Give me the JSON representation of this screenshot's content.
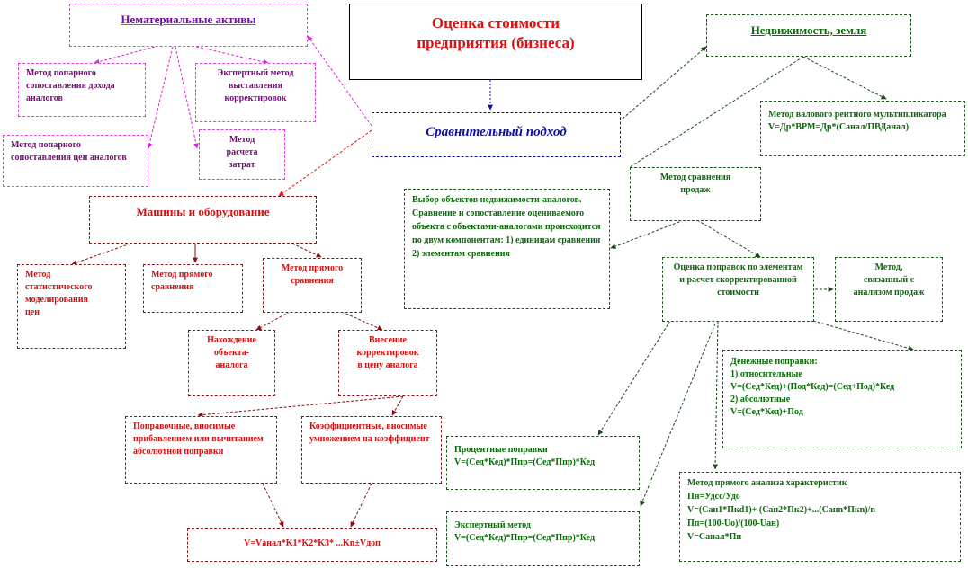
{
  "main_title": "Оценка стоимости\nпредприятия  (бизнеса)",
  "approach": "Сравнительный подход",
  "intangible": {
    "title": "Нематериальные активы",
    "items": [
      "Метод попарного сопоставления дохода  аналогов",
      "Экспертный метод выставления корректировок",
      "Метод попарного сопоставления цен аналогов",
      "Метод\nрасчета\nзатрат"
    ]
  },
  "realty": {
    "title": "Недвижимость, земля",
    "multiplier": "Метод валового рентного мультипликатора\nV=Др*ВРМ=Др*(Санал/ПВДанал)",
    "sales": "Метод сравнения\nпродаж",
    "selection": "Выбор объектов недвижимости-аналогов. Сравнение и сопоставление оцениваемого объекта с объектами-аналогами происходится по двум компонентам:\n1) единицам сравнения\n2) элементам сравнения",
    "adjustments": "Оценка поправок по элементам и расчет скорректированной стоимости",
    "related": "Метод,\nсвязанный с\nанализом продаж",
    "money": "Денежные поправки:\n  1)  относительные\nV=(Сед*Кед)+(Под*Кед)=(Сед+Под)*Кед\n2) абсолютные\nV=(Сед*Кед)+Под",
    "percent": "Процентные поправки\nV=(Сед*Кед)*Ппр=(Сед*Ппр)*Кед",
    "expert": "Экспертный метод\nV=(Сед*Кед)*Ппр=(Сед*Ппр)*Кед",
    "direct": "Метод прямого анализа характеристик\nПн=Удсс/Удо\nV=(Сан1*Пкd1)+  (Сан2*Пк2)+...(Санn*Пкn)/n\nПп=(100-Uo)/(100-Uан)\nV=Санал*Пп"
  },
  "machines": {
    "title": "Машины и оборудование",
    "stat": "Метод\nстатистического\nмоделирования\nцен",
    "direct1": "Метод прямого\nсравнения",
    "direct2": "Метод прямого\nсравнения",
    "find": "Нахождение\nобъекта-\nаналога",
    "corr": "Внесение\nкорректировок\nв цену аналога",
    "additive": "Поправочные, вносимые прибавлением или вычитанием абсолютной поправки",
    "coef": "Коэффициентные, вносимые умножением на коэффициент",
    "formula": "V=Vанал*K1*K2*K3* ...Kn±Vдоп"
  }
}
